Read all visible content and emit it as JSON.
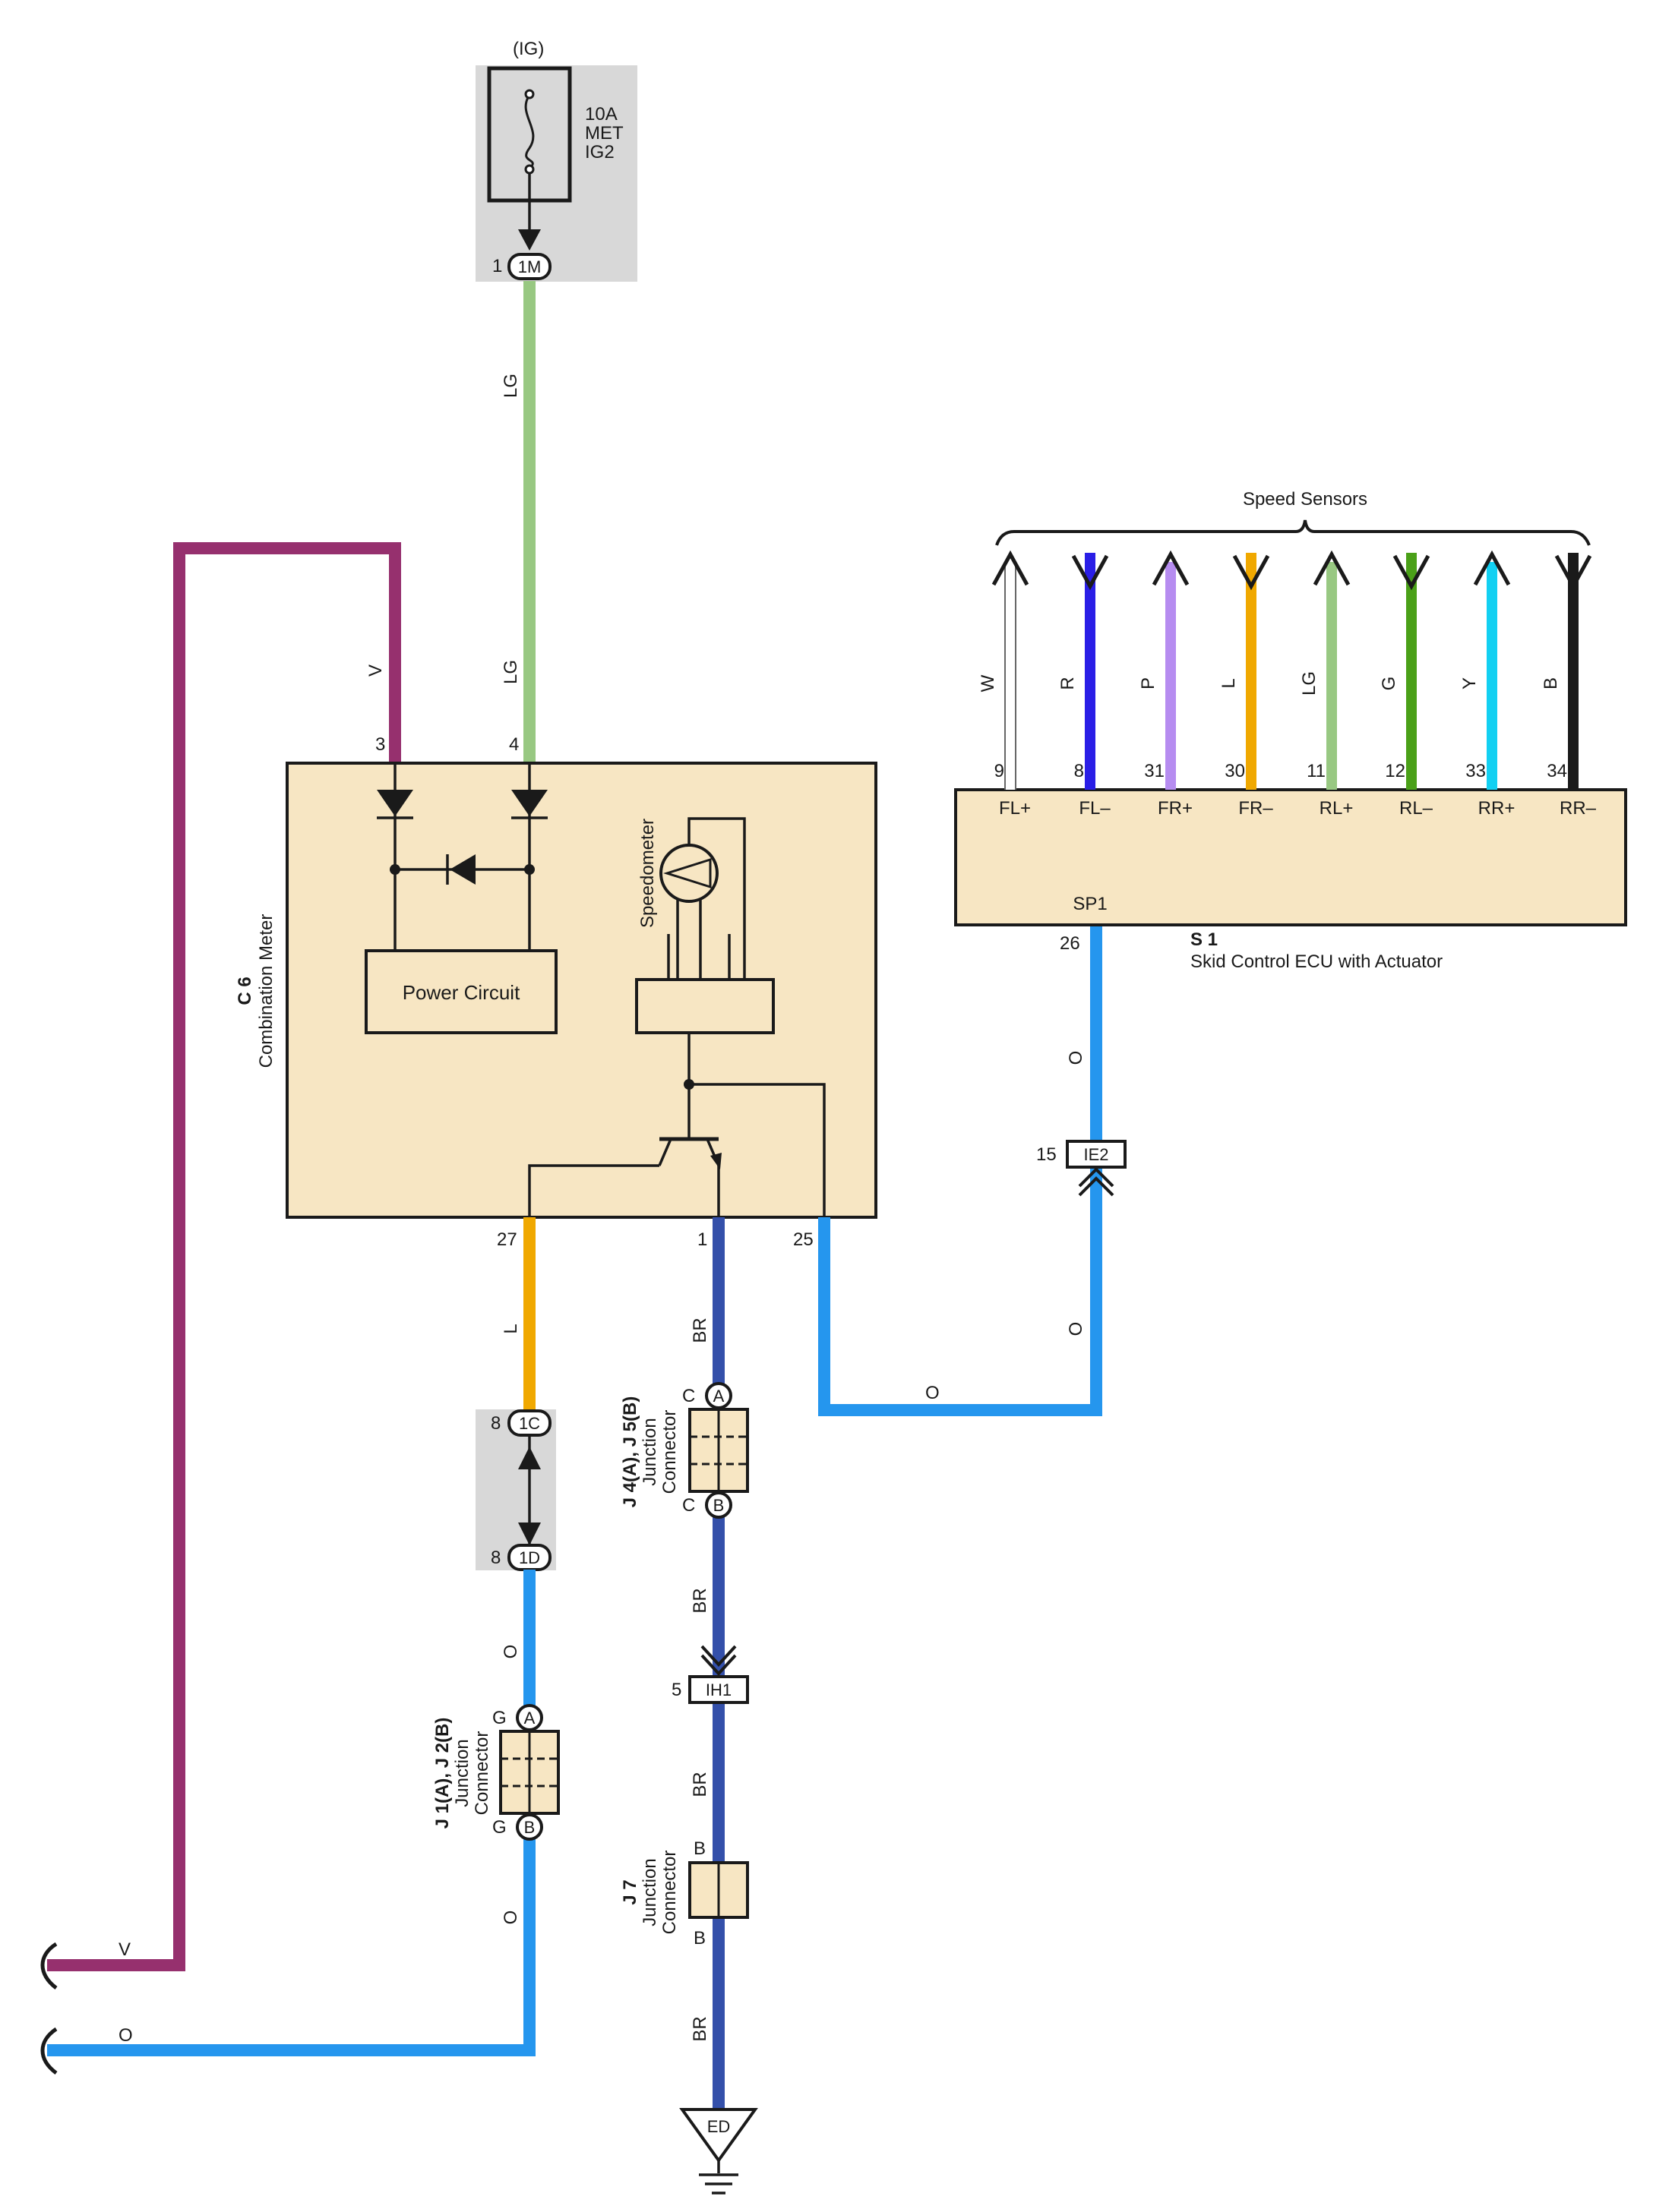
{
  "fuse": {
    "ig_label": "(IG)",
    "amp": "10A",
    "name1": "MET",
    "name2": "IG2",
    "pin": "1",
    "connector": "1M"
  },
  "combination_meter": {
    "id": "C 6",
    "name": "Combination Meter",
    "power_circuit": "Power Circuit",
    "speedometer": "Speedometer",
    "pin_v": "3",
    "pin_lg": "4",
    "pin_l": "27",
    "pin_br": "1",
    "pin_o": "25"
  },
  "speed_sensors": {
    "title": "Speed Sensors",
    "sensors": [
      {
        "wire": "W",
        "pin": "9",
        "label": "FL+",
        "color": "#ffffff"
      },
      {
        "wire": "R",
        "pin": "8",
        "label": "FL–",
        "color": "#2a1ee6"
      },
      {
        "wire": "P",
        "pin": "31",
        "label": "FR+",
        "color": "#b68cf0"
      },
      {
        "wire": "L",
        "pin": "30",
        "label": "FR–",
        "color": "#f0a800"
      },
      {
        "wire": "LG",
        "pin": "11",
        "label": "RL+",
        "color": "#98c882"
      },
      {
        "wire": "G",
        "pin": "12",
        "label": "RL–",
        "color": "#4aa018"
      },
      {
        "wire": "Y",
        "pin": "33",
        "label": "RR+",
        "color": "#12d0f2"
      },
      {
        "wire": "B",
        "pin": "34",
        "label": "RR–",
        "color": "#1a1a1a"
      }
    ]
  },
  "ecu": {
    "sp1": "SP1",
    "pin": "26",
    "id": "S 1",
    "name": "Skid Control ECU with Actuator"
  },
  "wires": {
    "lg1": "LG",
    "lg2": "LG",
    "v_top": "V",
    "v_bottom": "V",
    "l": "L",
    "o_upper": "O",
    "o_lower": "O",
    "o_bottom": "O",
    "o_ecu1": "O",
    "o_ecu2": "O",
    "o_horiz": "O",
    "br1": "BR",
    "br2": "BR",
    "br3": "BR",
    "br4": "BR"
  },
  "connectors": {
    "ie2": "IE2",
    "ie2_pin": "15",
    "c1c": "1C",
    "c1c_pin": "8",
    "c1d": "1D",
    "c1d_pin": "8",
    "ih1": "IH1",
    "ih1_pin": "5",
    "ground": "ED"
  },
  "junctions": {
    "j1": {
      "title": "J 1(A), J 2(B)",
      "sub1": "Junction",
      "sub2": "Connector",
      "pin_a": "G",
      "pin_b": "G",
      "a": "A",
      "b": "B"
    },
    "j4": {
      "title": "J 4(A), J 5(B)",
      "sub1": "Junction",
      "sub2": "Connector",
      "pin_a": "C",
      "pin_b": "C",
      "a": "A",
      "b": "B"
    },
    "j7": {
      "title": "J 7",
      "sub1": "Junction",
      "sub2": "Connector",
      "pin_a": "B",
      "pin_b": "B"
    }
  },
  "colors": {
    "purple": "#96306e",
    "light_green": "#98c882",
    "orange": "#f0a800",
    "blue": "#2596ee",
    "dark_blue": "#3450aa",
    "component_fill": "#f7e6c3",
    "shade": "#d8d8d8"
  }
}
